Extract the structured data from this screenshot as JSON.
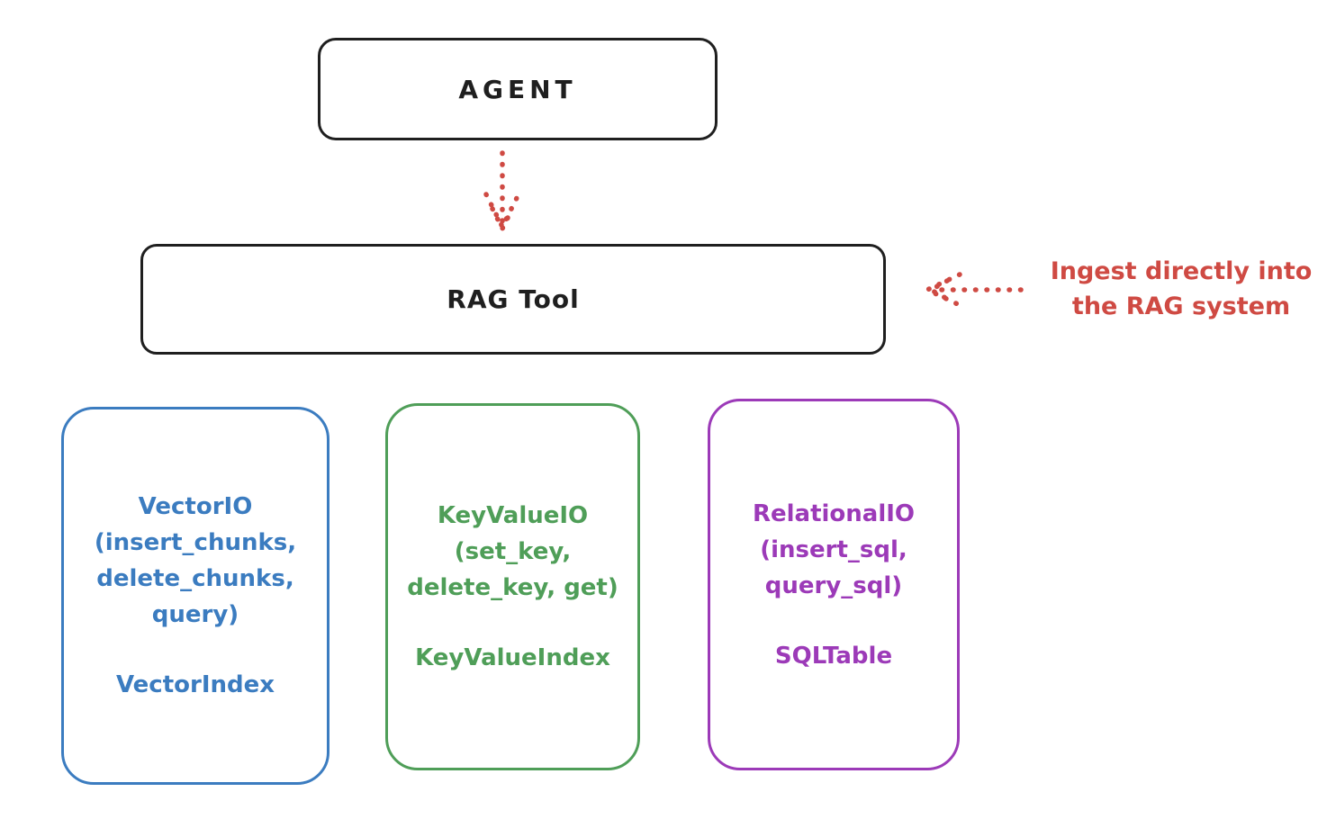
{
  "agent_box": {
    "label": "AGENT"
  },
  "rag_tool_box": {
    "label": "RAG Tool"
  },
  "annotation": {
    "line1": "Ingest directly into",
    "line2": "the RAG system",
    "color": "#cf4a43"
  },
  "arrows": {
    "agent_to_rag": {
      "style": "dotted",
      "direction": "down",
      "color": "#cf4a43"
    },
    "annotation_to_rag": {
      "style": "dotted",
      "direction": "left",
      "color": "#cf4a43"
    }
  },
  "io_boxes": [
    {
      "name": "vector-io",
      "color": "#3b7cc0",
      "line1": "VectorIO",
      "line2": "(insert_chunks,",
      "line3": "delete_chunks,",
      "line4": "query)",
      "footer": "VectorIndex"
    },
    {
      "name": "keyvalue-io",
      "color": "#4f9e58",
      "line1": "KeyValueIO",
      "line2": "(set_key,",
      "line3": "delete_key, get)",
      "footer": "KeyValueIndex"
    },
    {
      "name": "relational-io",
      "color": "#9c3ab8",
      "line1": "RelationalIO",
      "line2": "(insert_sql,",
      "line3": "query_sql)",
      "footer": "SQLTable"
    }
  ]
}
